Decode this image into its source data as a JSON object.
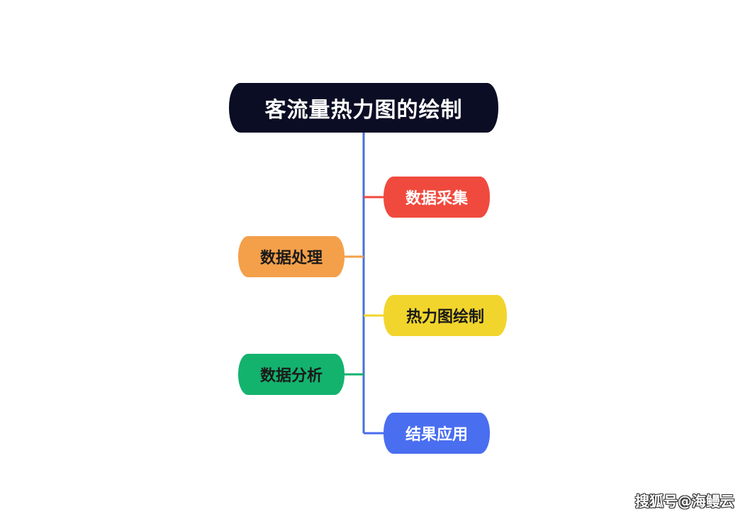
{
  "root": {
    "label": "客流量热力图的绘制",
    "color": "#0b0d24",
    "text_color": "#ffffff"
  },
  "trunk_color": "#4a6fd6",
  "nodes": {
    "collect": {
      "label": "数据采集",
      "color": "#f04a3e",
      "text_color": "#ffffff",
      "side": "right"
    },
    "process": {
      "label": "数据处理",
      "color": "#f4a04a",
      "text_color": "#1a1a1a",
      "side": "left"
    },
    "draw": {
      "label": "热力图绘制",
      "color": "#f2d52c",
      "text_color": "#1a1a1a",
      "side": "right"
    },
    "analyze": {
      "label": "数据分析",
      "color": "#13b36e",
      "text_color": "#1a1a1a",
      "side": "left"
    },
    "apply": {
      "label": "结果应用",
      "color": "#4a6ef0",
      "text_color": "#ffffff",
      "side": "right"
    }
  },
  "watermark": "搜狐号@海鳗云"
}
